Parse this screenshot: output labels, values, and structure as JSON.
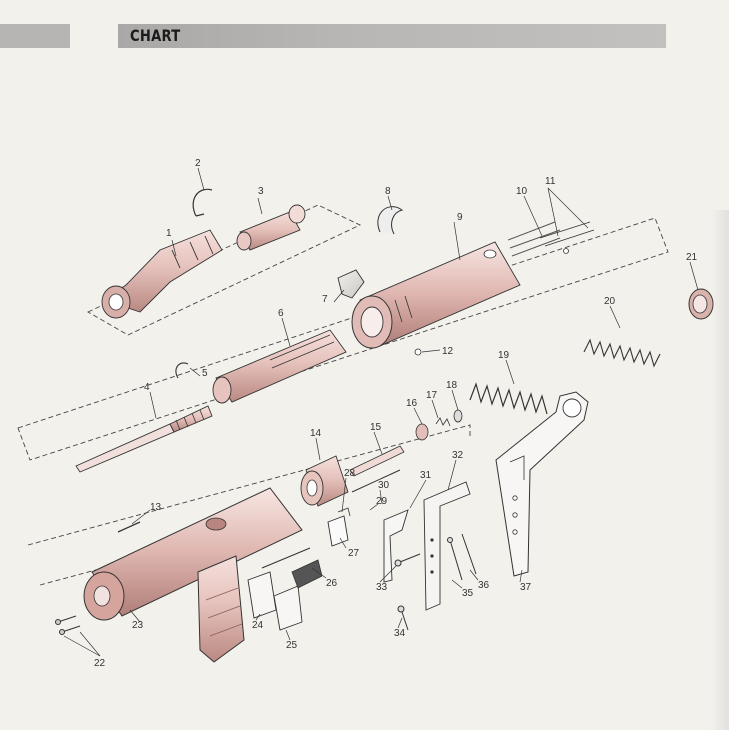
{
  "header": {
    "title": "CHART"
  },
  "diagram": {
    "callouts": [
      {
        "id": "c2a",
        "label": "2"
      },
      {
        "id": "c3",
        "label": "3"
      },
      {
        "id": "c1",
        "label": "1"
      },
      {
        "id": "c8",
        "label": "8"
      },
      {
        "id": "c9",
        "label": "9"
      },
      {
        "id": "c10",
        "label": "10"
      },
      {
        "id": "c11",
        "label": "11"
      },
      {
        "id": "c21",
        "label": "21"
      },
      {
        "id": "c7",
        "label": "7"
      },
      {
        "id": "c6",
        "label": "6"
      },
      {
        "id": "c12",
        "label": "12"
      },
      {
        "id": "c20",
        "label": "20"
      },
      {
        "id": "c5",
        "label": "5"
      },
      {
        "id": "c4",
        "label": "4"
      },
      {
        "id": "c19",
        "label": "19"
      },
      {
        "id": "c18",
        "label": "18"
      },
      {
        "id": "c17",
        "label": "17"
      },
      {
        "id": "c16",
        "label": "16"
      },
      {
        "id": "c15",
        "label": "15"
      },
      {
        "id": "c14",
        "label": "14"
      },
      {
        "id": "c13",
        "label": "13"
      },
      {
        "id": "c31",
        "label": "31"
      },
      {
        "id": "c32",
        "label": "32"
      },
      {
        "id": "c30",
        "label": "30"
      },
      {
        "id": "c29",
        "label": "29"
      },
      {
        "id": "c28",
        "label": "28"
      },
      {
        "id": "c27",
        "label": "27"
      },
      {
        "id": "c26",
        "label": "26"
      },
      {
        "id": "c33",
        "label": "33"
      },
      {
        "id": "c35",
        "label": "35"
      },
      {
        "id": "c36",
        "label": "36"
      },
      {
        "id": "c37",
        "label": "37"
      },
      {
        "id": "c34",
        "label": "34"
      },
      {
        "id": "c23",
        "label": "23"
      },
      {
        "id": "c24",
        "label": "24"
      },
      {
        "id": "c25",
        "label": "25"
      },
      {
        "id": "c22",
        "label": "22"
      }
    ]
  },
  "colors": {
    "part_fill": "#e9c9c4",
    "part_shade": "#c89a93",
    "outline": "#2e2e2e",
    "background": "#f3f1ec",
    "header_bar": "#b8b6b4"
  }
}
